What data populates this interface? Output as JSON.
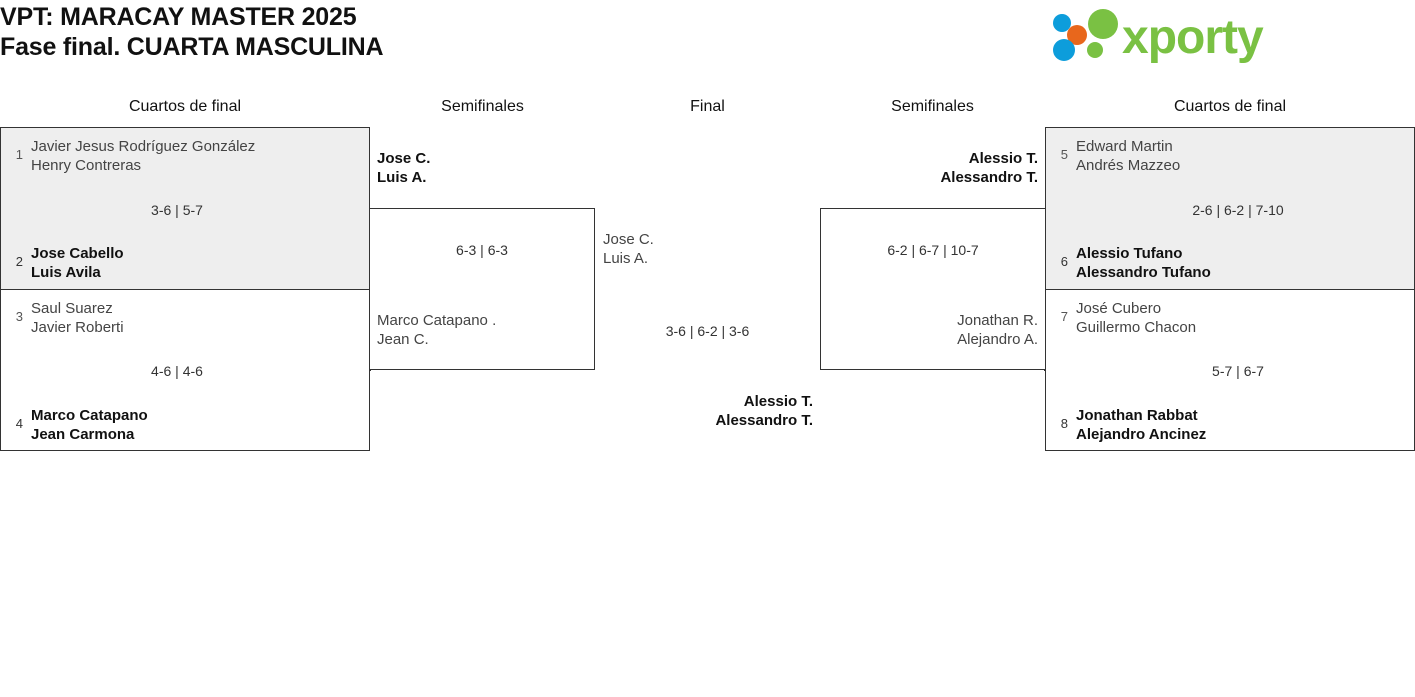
{
  "header": {
    "title_line1": "VPT: MARACAY MASTER 2025",
    "title_line2": "Fase final. CUARTA MASCULINA",
    "logo_text": "xporty",
    "logo_colors": {
      "green": "#7ac143",
      "blue": "#0d9ddb",
      "orange": "#e8671c"
    }
  },
  "rounds": {
    "qf_left": "Cuartos de final",
    "sf_left": "Semifinales",
    "final": "Final",
    "sf_right": "Semifinales",
    "qf_right": "Cuartos de final"
  },
  "bracket": {
    "quarterfinals_left": [
      {
        "top": {
          "seed": "1",
          "player1": "Javier Jesus Rodríguez González",
          "player2": "Henry Contreras",
          "winner": false
        },
        "bottom": {
          "seed": "2",
          "player1": "Jose Cabello",
          "player2": "Luis Avila",
          "winner": true
        },
        "score": "3-6 | 5-7"
      },
      {
        "top": {
          "seed": "3",
          "player1": "Saul Suarez",
          "player2": "Javier Roberti",
          "winner": false
        },
        "bottom": {
          "seed": "4",
          "player1": "Marco Catapano",
          "player2": "Jean Carmona",
          "winner": true
        },
        "score": "4-6 | 4-6"
      }
    ],
    "quarterfinals_right": [
      {
        "top": {
          "seed": "5",
          "player1": "Edward Martin",
          "player2": "Andrés Mazzeo",
          "winner": false
        },
        "bottom": {
          "seed": "6",
          "player1": "Alessio Tufano",
          "player2": "Alessandro Tufano",
          "winner": true
        },
        "score": "2-6 | 6-2 | 7-10"
      },
      {
        "top": {
          "seed": "7",
          "player1": "José Cubero",
          "player2": "Guillermo Chacon",
          "winner": false
        },
        "bottom": {
          "seed": "8",
          "player1": "Jonathan Rabbat",
          "player2": "Alejandro Ancinez",
          "winner": true
        },
        "score": "5-7 | 6-7"
      }
    ],
    "semifinal_left": {
      "top": {
        "player1": "Jose C.",
        "player2": "Luis A.",
        "winner": true
      },
      "bottom": {
        "player1": "Marco Catapano .",
        "player2": "Jean C.",
        "winner": false
      },
      "score": "6-3 | 6-3"
    },
    "semifinal_right": {
      "top": {
        "player1": "Alessio T.",
        "player2": "Alessandro T.",
        "winner": true
      },
      "bottom": {
        "player1": "Jonathan R.",
        "player2": "Alejandro A.",
        "winner": false
      },
      "score": "6-2 | 6-7 | 10-7"
    },
    "final": {
      "left_side": {
        "player1": "Jose C.",
        "player2": "Luis A.",
        "winner": false
      },
      "champion": {
        "player1": "Alessio T.",
        "player2": "Alessandro T.",
        "winner": true
      },
      "score": "3-6 | 6-2 | 3-6"
    }
  }
}
